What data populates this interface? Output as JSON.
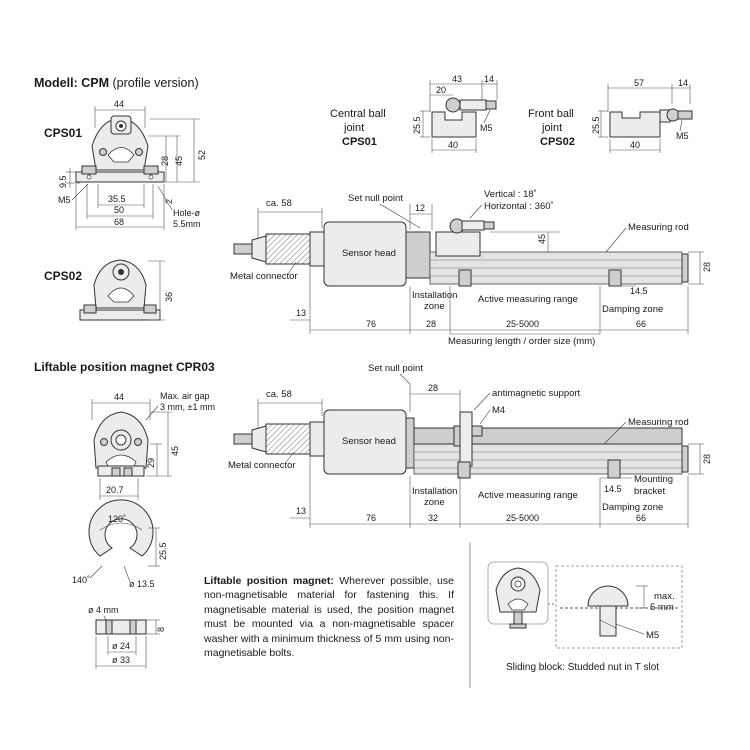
{
  "header": {
    "model_bold": "Modell: CPM",
    "model_rest": " (profile version)"
  },
  "cps01": {
    "title": "CPS01",
    "dim_44": "44",
    "dim_28": "28",
    "dim_45": "45",
    "dim_52": "52",
    "dim_9_5": "9.5",
    "dim_m5": "M5",
    "dim_35_5": "35.5",
    "dim_50": "50",
    "dim_68": "68",
    "dim_2": "2",
    "hole_1": "Hole-ø",
    "hole_2": "5.5mm"
  },
  "cps02": {
    "title": "CPS02",
    "dim_36": "36"
  },
  "central_joint": {
    "line1": "Central ball",
    "line2": "joint",
    "code": "CPS01",
    "dim_43": "43",
    "dim_14": "14",
    "dim_20": "20",
    "dim_25_5": "25.5",
    "dim_m5": "M5",
    "dim_40": "40"
  },
  "front_joint": {
    "line1": "Front ball",
    "line2": "joint",
    "code": "CPS02",
    "dim_57": "57",
    "dim_14": "14",
    "dim_25_5": "25.5",
    "dim_m5": "M5",
    "dim_40": "40"
  },
  "main1": {
    "ca58": "ca. 58",
    "set_null": "Set null point",
    "dim_12": "12",
    "vertical": "Vertical : 18˚",
    "horizontal": "Horizontal : 360˚",
    "dim_45": "45",
    "sensor_head": "Sensor head",
    "measuring_rod": "Measuring rod",
    "dim_28": "28",
    "metal_connector": "Metal connector",
    "installation": "Installation",
    "zone": "zone",
    "active_range": "Active measuring range",
    "dim_14_5": "14.5",
    "damping_zone": "Damping zone",
    "dim_13": "13",
    "dim_76": "76",
    "dim_28b": "28",
    "dim_25_5000": "25-5000",
    "dim_66": "66",
    "measuring_length": "Measuring length / order size (mm)"
  },
  "liftable": {
    "title": "Liftable position magnet CPR03",
    "dim_44": "44",
    "air_gap_1": "Max. air gap",
    "air_gap_2": "3 mm, ±1 mm",
    "dim_29": "29",
    "dim_45": "45",
    "dim_20_7": "20.7",
    "angle_120": "120˚",
    "dim_25_5": "25.5",
    "angle_140": "140˚",
    "dim_13_5": "ø 13.5",
    "dim_4": "ø 4 mm",
    "dim_8": "8",
    "dim_24": "ø 24",
    "dim_33": "ø 33"
  },
  "main2": {
    "set_null": "Set null point",
    "dim_28": "28",
    "antimagnetic": "antimagnetic support",
    "m4": "M4",
    "ca58": "ca. 58",
    "sensor_head": "Sensor head",
    "measuring_rod": "Measuring rod",
    "dim_28r": "28",
    "metal_connector": "Metal connector",
    "installation": "Installation",
    "zone": "zone",
    "active_range": "Active measuring range",
    "dim_14_5": "14.5",
    "mounting": "Mounting",
    "bracket": "bracket",
    "dim_13": "13",
    "dim_76": "76",
    "dim_32": "32",
    "dim_25_5000": "25-5000",
    "damping_zone": "Damping zone",
    "dim_66": "66"
  },
  "note": {
    "bold": "Liftable position magnet:",
    "text": " Wherever possible, use non-magnetisable material for fastening this. If magnetisable material is used, the position magnet must be mounted via a non-magnetisable spacer washer with a minimum thickness of 5 mm using non-magnetisable bolts."
  },
  "sliding": {
    "max": "max.",
    "mm": "5 mm",
    "m5": "M5",
    "caption": "Sliding block: Studded nut in T slot"
  }
}
